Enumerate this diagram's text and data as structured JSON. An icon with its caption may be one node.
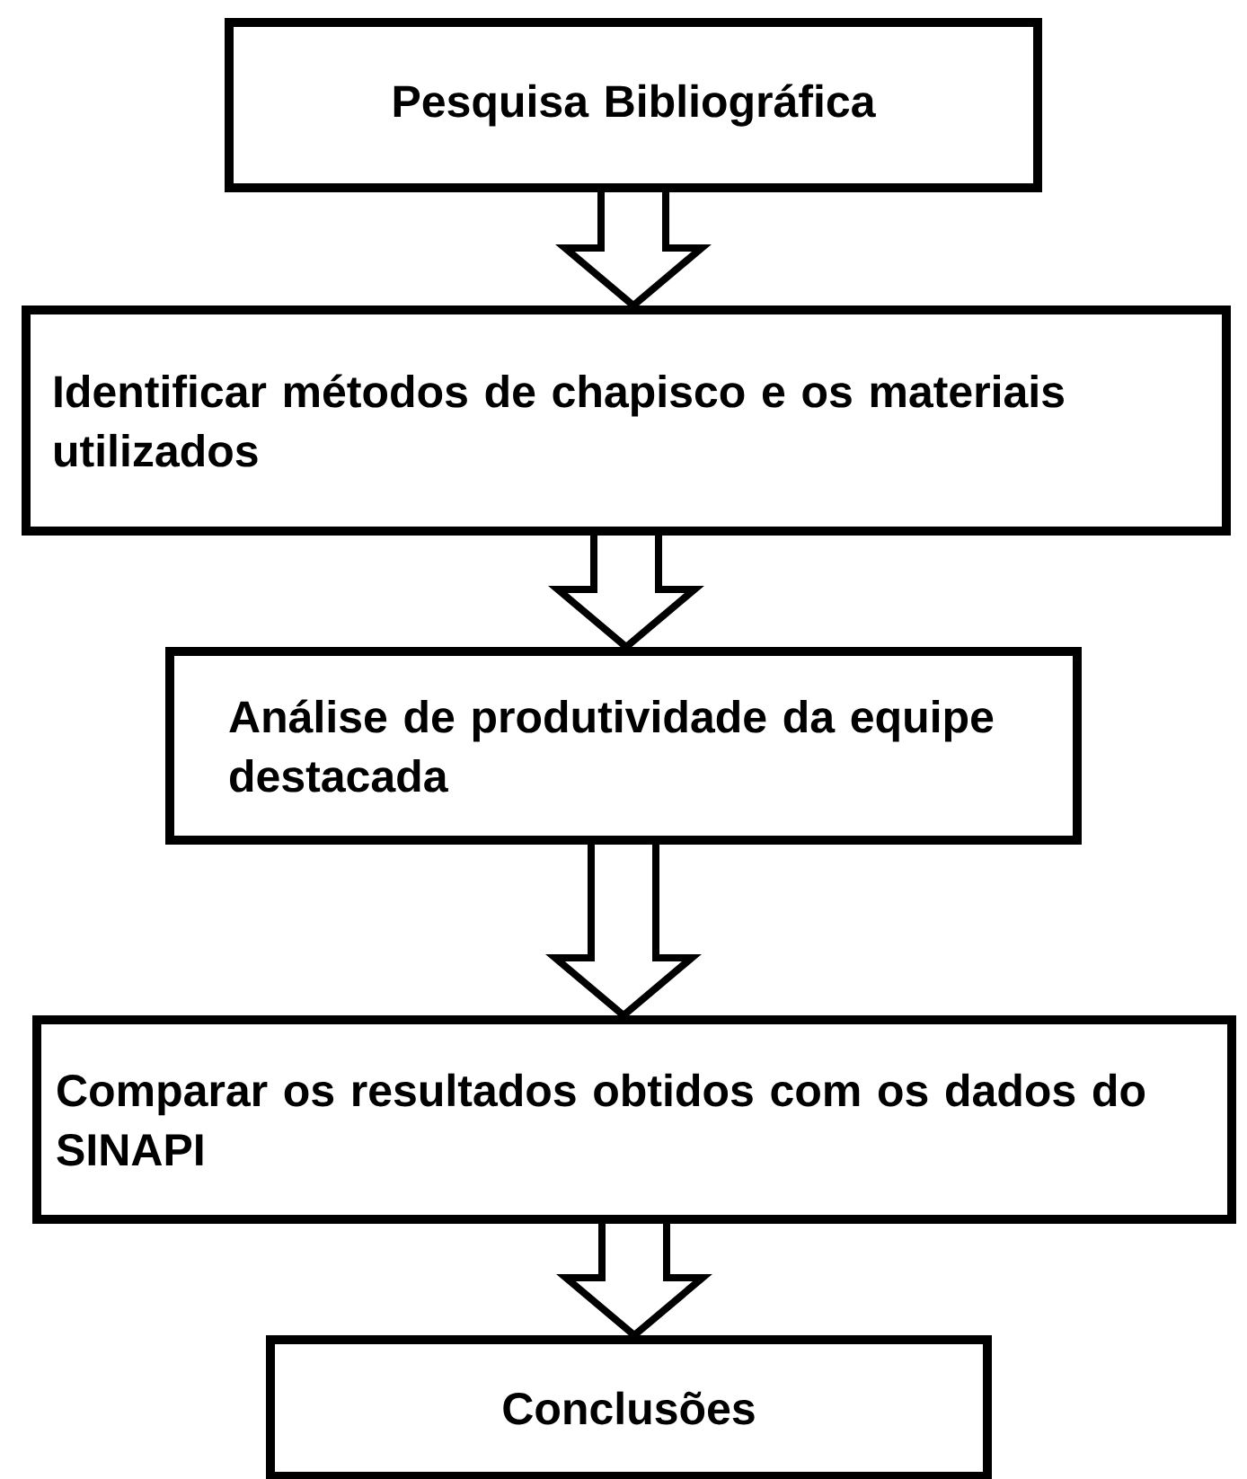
{
  "diagram": {
    "nodes": [
      {
        "text": [
          "Pesquisa Bibliográfica"
        ]
      },
      {
        "text": [
          "Identificar métodos de chapisco e os materiais utilizados"
        ]
      },
      {
        "text": [
          "Análise de produtividade da equipe destacada"
        ]
      },
      {
        "text": [
          "Comparar os resultados obtidos com os dados do SINAPI"
        ]
      },
      {
        "text": [
          "Conclusões"
        ]
      }
    ],
    "edges": [
      {
        "from": 0,
        "to": 1,
        "arrow": "to"
      },
      {
        "from": 1,
        "to": 2,
        "arrow": "to"
      },
      {
        "from": 2,
        "to": 3,
        "arrow": "to"
      },
      {
        "from": 3,
        "to": 4,
        "arrow": "to"
      }
    ]
  }
}
